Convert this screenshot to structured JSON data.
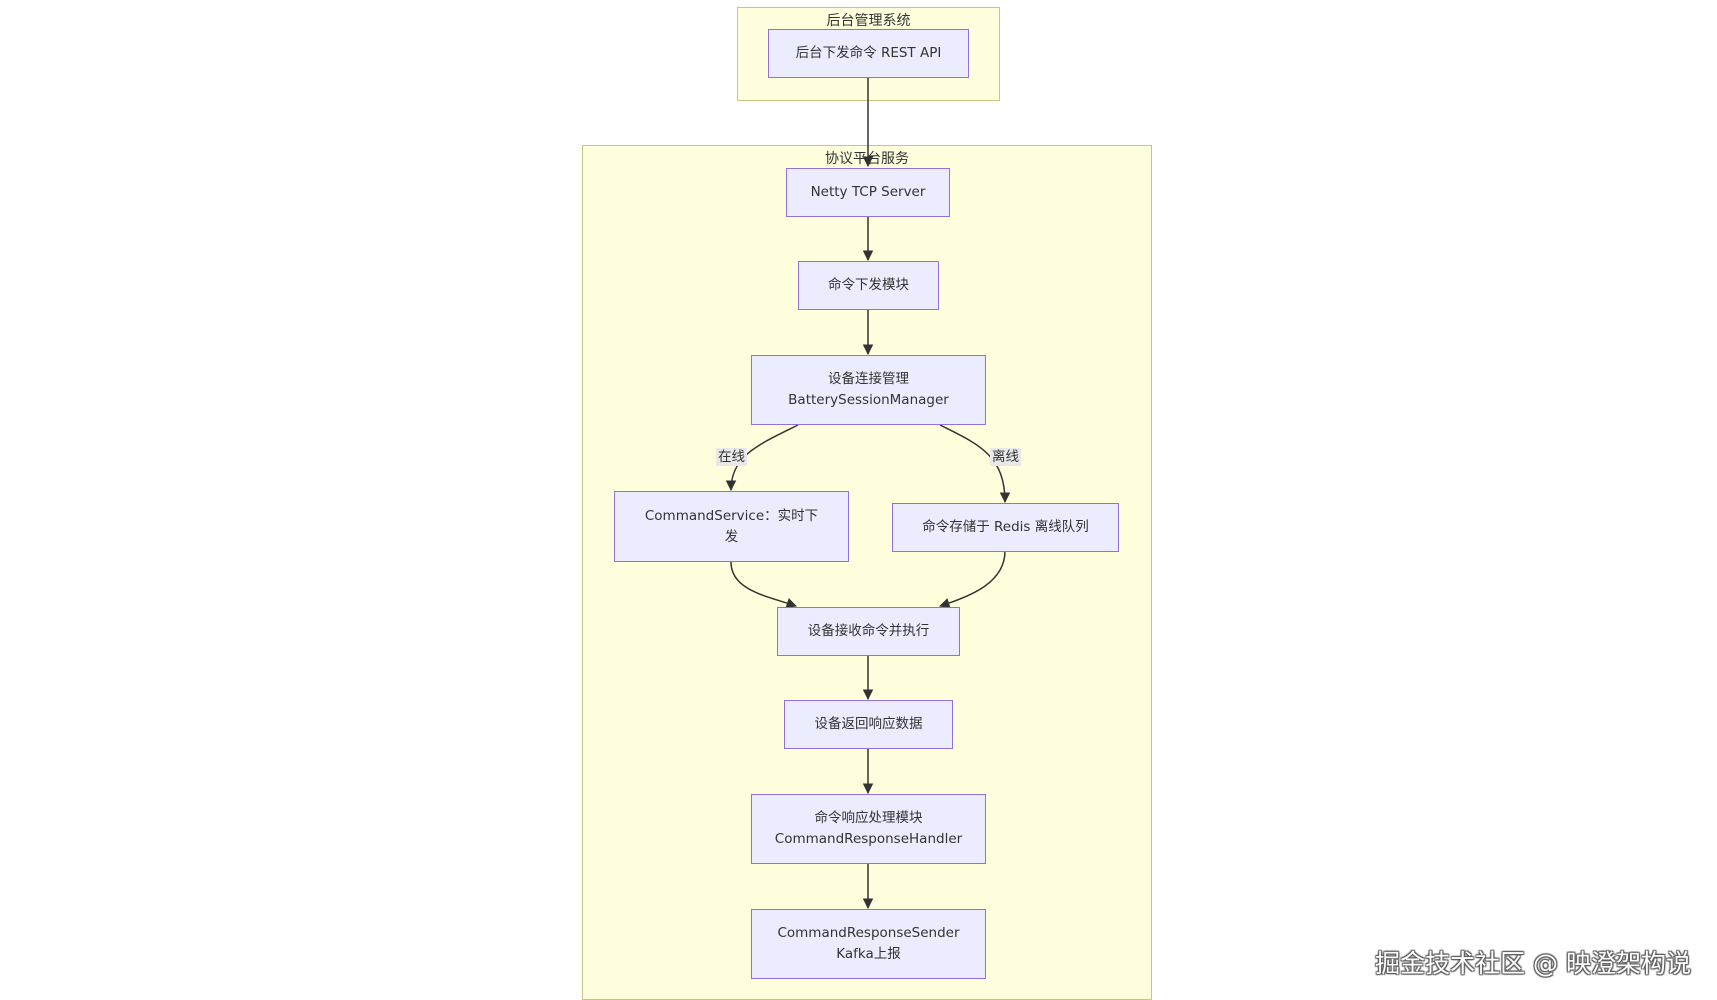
{
  "colors": {
    "cluster_fill": "#ffffde",
    "cluster_border": "#c5c785",
    "node_fill": "#ececff",
    "node_border": "#9370db",
    "edge": "#333333",
    "edge_label_bg": "#e8e8e8"
  },
  "clusters": {
    "admin": {
      "title": "后台管理系统"
    },
    "platform": {
      "title": "协议平台服务"
    }
  },
  "nodes": {
    "rest_api": {
      "label": "后台下发命令 REST API"
    },
    "netty": {
      "label": "Netty TCP Server"
    },
    "cmd_module": {
      "label": "命令下发模块"
    },
    "session_mgr": {
      "line1": "设备连接管理",
      "line2": "BatterySessionManager"
    },
    "cmd_service": {
      "line1": "CommandService：实时下",
      "line2": "发"
    },
    "redis_queue": {
      "label": "命令存储于 Redis 离线队列"
    },
    "device_exec": {
      "label": "设备接收命令并执行"
    },
    "device_resp": {
      "label": "设备返回响应数据"
    },
    "resp_handler": {
      "line1": "命令响应处理模块",
      "line2": "CommandResponseHandler"
    },
    "resp_sender": {
      "line1": "CommandResponseSender",
      "line2": "Kafka上报"
    }
  },
  "edges": {
    "online": "在线",
    "offline": "离线"
  },
  "watermark": "掘金技术社区 @ 映澄架构说"
}
